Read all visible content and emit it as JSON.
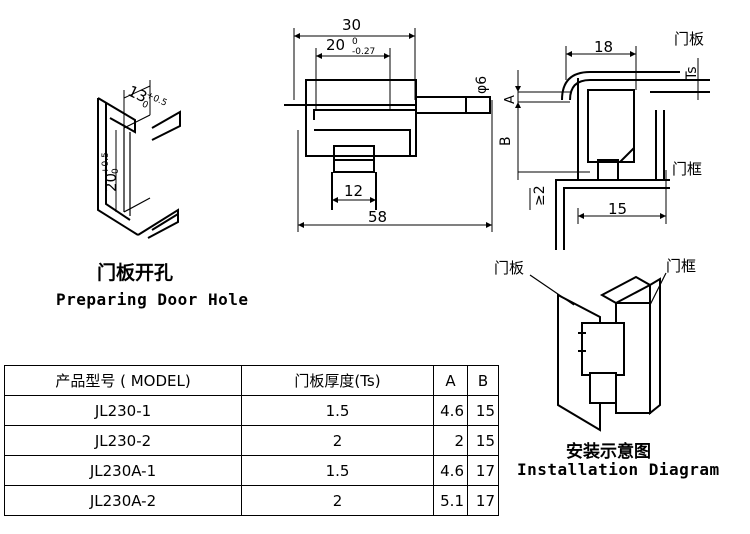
{
  "door_hole": {
    "title_cn": "门板开孔",
    "title_en": "Preparing Door Hole",
    "dim_width": "13",
    "dim_width_tol": "+0.5",
    "dim_width_tol_low": "0",
    "dim_height": "20",
    "dim_height_tol": "+0.5",
    "dim_height_tol_low": "0"
  },
  "front_view": {
    "dim_30": "30",
    "dim_20": "20",
    "dim_20_tol_up": "0",
    "dim_20_tol_low": "-0.27",
    "dim_12": "12",
    "dim_58": "58"
  },
  "side_view": {
    "dim_18": "18",
    "dim_phi6": "φ6",
    "label_a": "A",
    "label_b": "B",
    "label_ts": "Ts",
    "dim_ge2": "≥2",
    "dim_15": "15",
    "door_panel": "门板",
    "door_frame": "门框"
  },
  "install": {
    "door_panel": "门板",
    "door_frame": "门框",
    "title_cn": "安装示意图",
    "title_en": "Installation Diagram"
  },
  "table": {
    "headers": [
      "产品型号 ( MODEL)",
      "门板厚度(Ts)",
      "A",
      "B"
    ],
    "rows": [
      [
        "JL230-1",
        "1.5",
        "4.6",
        "15"
      ],
      [
        "JL230-2",
        "2",
        "2",
        "15"
      ],
      [
        "JL230A-1",
        "1.5",
        "4.6",
        "17"
      ],
      [
        "JL230A-2",
        "2",
        "5.1",
        "17"
      ]
    ]
  }
}
